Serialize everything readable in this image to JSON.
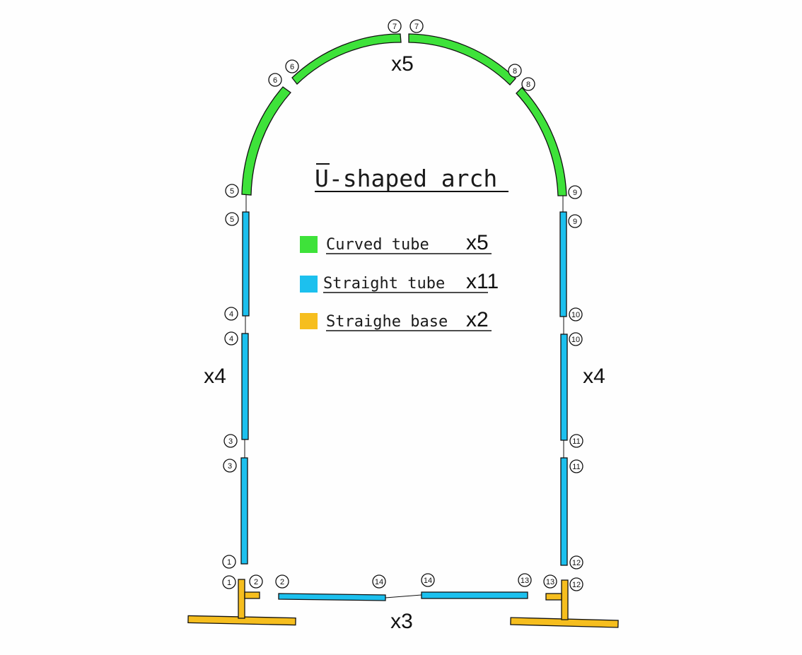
{
  "title": "U-shaped arch",
  "colors": {
    "curved": "#3ee23a",
    "straight": "#1cc0ee",
    "base": "#f6be1e"
  },
  "legend": [
    {
      "key": "curved",
      "label": "Curved tube",
      "count": "x5"
    },
    {
      "key": "straight",
      "label": "Straight tube",
      "count": "x11"
    },
    {
      "key": "base",
      "label": "Straighe base",
      "count": "x2"
    }
  ],
  "counts": {
    "arch": "x5",
    "left_column": "x4",
    "right_column": "x4",
    "bottom": "x3"
  },
  "joints": {
    "j1": "1",
    "j2": "2",
    "j3": "3",
    "j4": "4",
    "j5": "5",
    "j6": "6",
    "j7": "7",
    "j8": "8",
    "j9": "9",
    "j10": "10",
    "j11": "11",
    "j12": "12",
    "j13": "13",
    "j14": "14"
  }
}
